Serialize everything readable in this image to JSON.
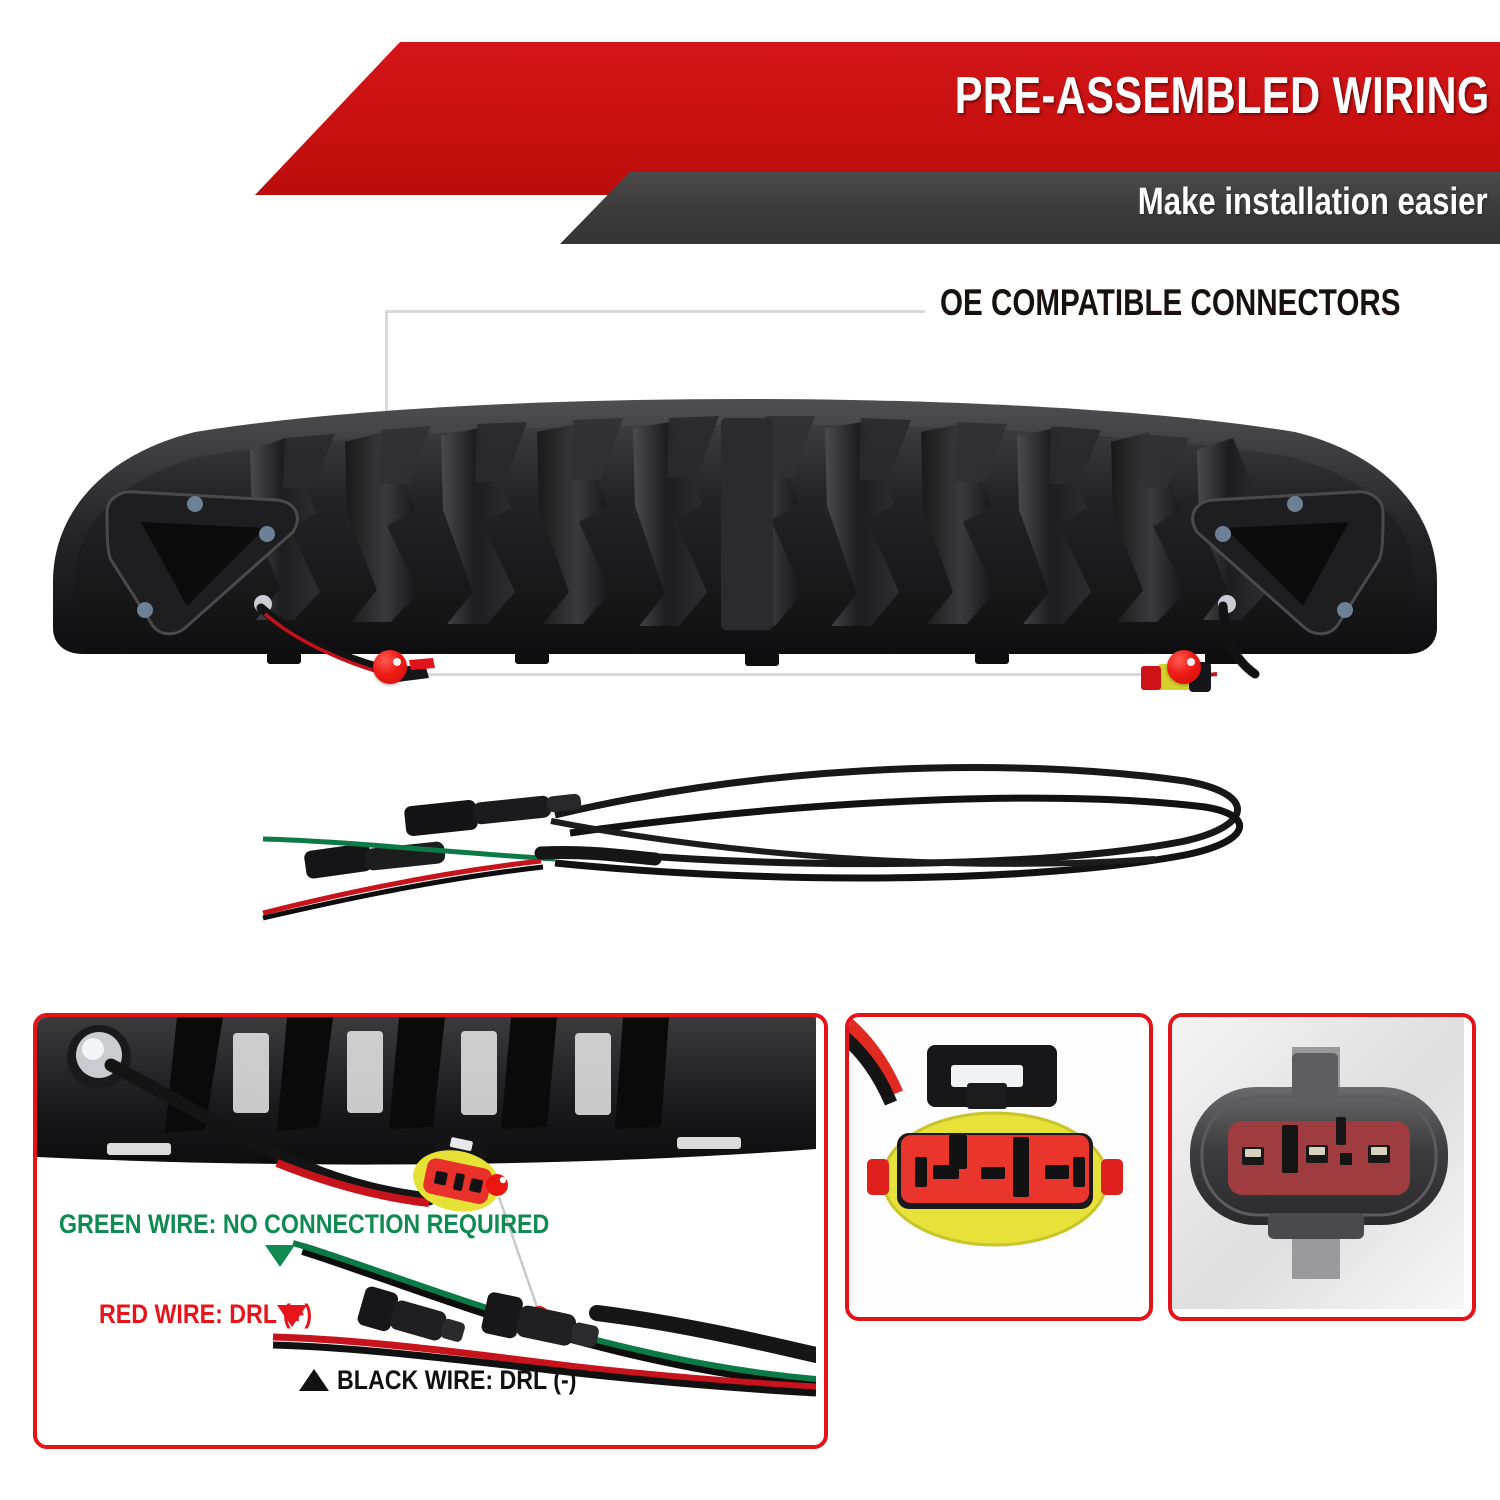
{
  "header": {
    "title": "PRE-ASSEMBLED WIRING",
    "subtitle": "Make installation easier",
    "red_color": "#c8100f",
    "dark_color": "#3c3c3c"
  },
  "callout": {
    "label": "OE COMPATIBLE CONNECTORS",
    "leader_color": "#d9d9d9"
  },
  "product": {
    "name": "front-grille-with-drl-wiring",
    "description": "Black mesh front grille with triangular DRL housings at both ends and pre-installed wiring connectors",
    "wire_harness": "extension-wiring-harness-loom"
  },
  "panels": {
    "border_color": "#e4131a",
    "detail": {
      "name": "wiring-detail-photo",
      "labels": {
        "green": "GREEN WIRE: NO CONNECTION REQUIRED",
        "red": "RED WIRE: DRL (+)",
        "black": "BLACK WIRE: DRL (-)"
      },
      "colors": {
        "green": "#0f8a52",
        "red": "#e8141b",
        "black": "#111111"
      }
    },
    "female_connector": {
      "name": "female-connector-closeup",
      "body_color": "#e8e23c",
      "insert_color": "#e8312a"
    },
    "male_connector": {
      "name": "male-connector-closeup",
      "body_color": "#4a4a4a",
      "insert_color": "#9e3c3f"
    }
  }
}
